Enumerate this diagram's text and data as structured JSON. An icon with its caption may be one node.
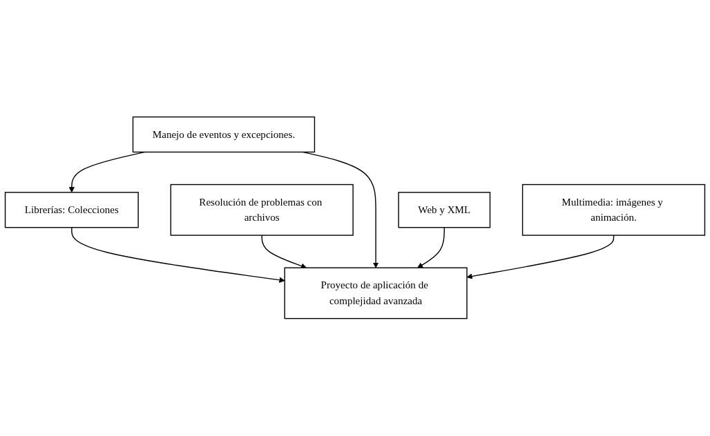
{
  "diagram": {
    "nodes": [
      {
        "text": [
          "Librerías: Colecciones"
        ]
      },
      {
        "text": [
          "Resolución de problemas con archivos"
        ]
      },
      {
        "text": [
          "Manejo de eventos y excepciones."
        ]
      },
      {
        "text": [
          "Web y XML"
        ]
      },
      {
        "text": [
          "Proyecto de aplicación de complejidad avanzada"
        ]
      },
      {
        "text": [
          "Multimedia: imágenes y animación."
        ]
      }
    ],
    "edges": [
      {
        "from": 2,
        "to": 0,
        "arrow": "to"
      },
      {
        "from": 0,
        "to": 4,
        "arrow": "to"
      },
      {
        "from": 1,
        "to": 4,
        "arrow": "to"
      },
      {
        "from": 2,
        "to": 4,
        "arrow": "to"
      },
      {
        "from": 3,
        "to": 4,
        "arrow": "to"
      },
      {
        "from": 5,
        "to": 4,
        "arrow": "to"
      }
    ]
  }
}
